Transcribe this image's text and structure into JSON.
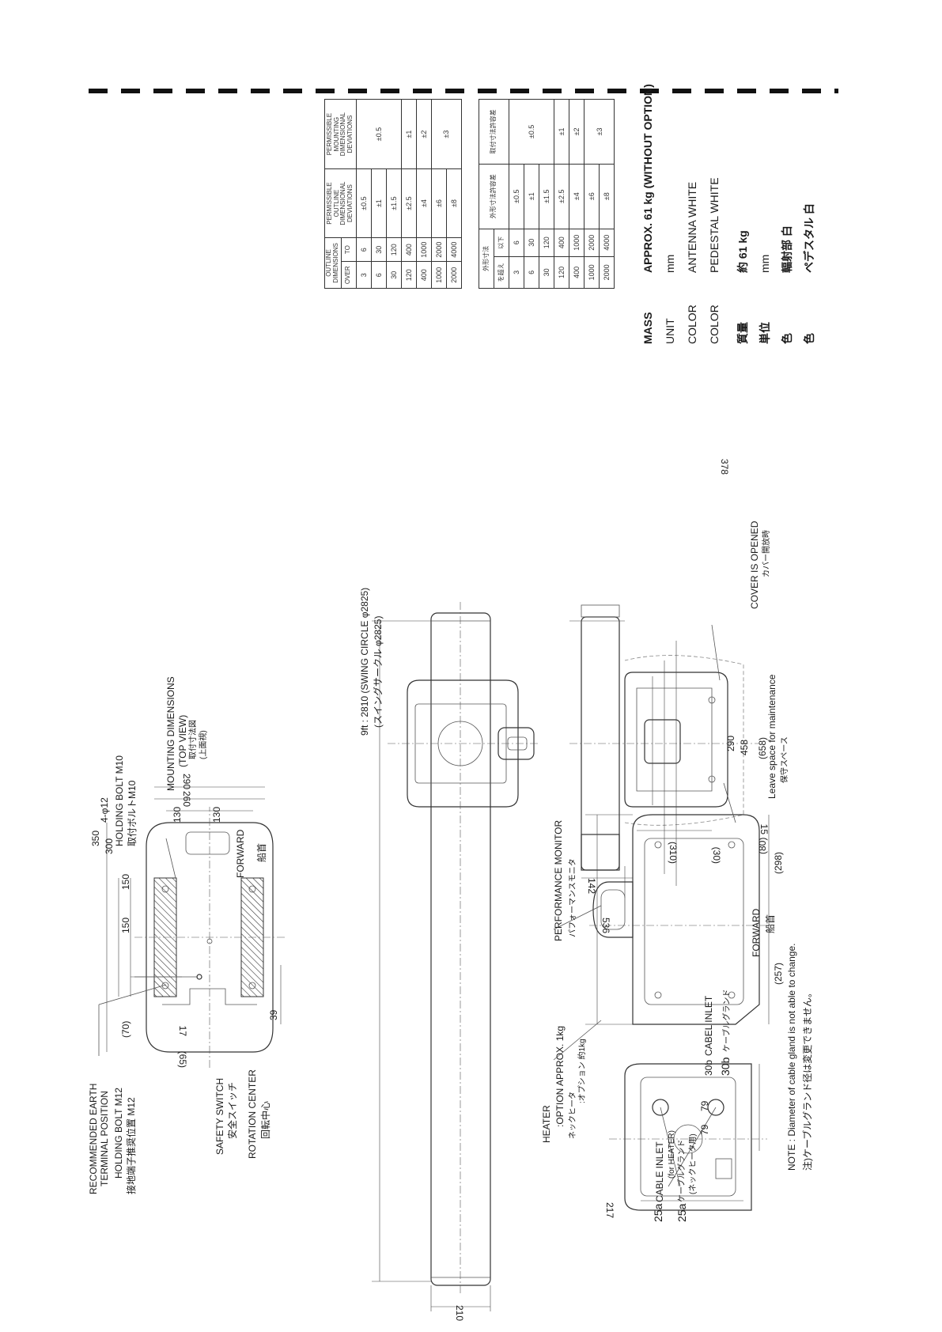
{
  "labels": {
    "earth_terminal_en": "RECOMMENDED EARTH",
    "earth_terminal_en2": "TERMINAL POSITION",
    "earth_bolt_en": "HOLDING BOLT M12",
    "earth_bolt_ja": "接地端子推奨位置 M12",
    "safety_switch_en": "SAFETY SWITCH",
    "safety_switch_ja": "安全スイッチ",
    "rotation_center_en": "ROTATION CENTER",
    "rotation_center_ja": "回転中心",
    "holes": "4-φ12",
    "holding_bolt_en": "HOLDING BOLT M10",
    "holding_bolt_ja": "取付ボルトM10",
    "mounting_en": "MOUNTING DIMENSIONS",
    "mounting_view_en": "(TOP VIEW)",
    "mounting_ja": "取付寸法図",
    "mounting_view_ja": "(上面視)",
    "forward_en": "FORWARD",
    "forward_ja": "船首",
    "swing_en": "9ft :  2810 (SWING CIRCLE φ2825)",
    "swing_ja": "(スイングサークル  φ2825)",
    "heater_en": "HEATER",
    "heater_option": ":OPTION APPROX. 1kg",
    "heater_ja": "ネックヒータ",
    "heater_option_ja": ":オプション 約1kg",
    "perf_monitor_en": "PERFORMANCE MONITOR",
    "perf_monitor_ja": "パフォーマンスモニタ",
    "cable25a_en": "CABLE INLET",
    "cable25a_sub": "(for HEATER)",
    "cable25a_ja": "ケーブルグランド",
    "cable25a_ja2": "(ネックヒータ用)",
    "cable30b_en": "CABEL INLET",
    "cable30b_ja": "ケーブルグランド",
    "tag25a": "25a",
    "tag30b": "30b",
    "tag30b2": "30b",
    "tag25a2": "25a",
    "cover_en": "COVER IS OPENED",
    "cover_ja": "カバー開放時",
    "leave_en": "Leave space for maintenance",
    "leave_ja": "保守スペース",
    "note_en": "NOTE : Diameter of cable gland is not able to change.",
    "note_ja": "注)ケーブルグランド径は変更できません。"
  },
  "dims": {
    "d350": "350",
    "d300": "300",
    "d150a": "150",
    "d150b": "150",
    "d70": "(70)",
    "d65": "(65)",
    "d17": "17",
    "d39": "39",
    "d290": "290",
    "d260": "260",
    "d130a": "130",
    "d130b": "130",
    "d210": "210",
    "d536": "536",
    "d257": "(257)",
    "d298": "(298)",
    "d15": "15",
    "d142": "142",
    "d310": "(310)",
    "d30": "(30)",
    "d80": "(80)",
    "d658": "(658)",
    "d458": "458",
    "d290b": "290",
    "d378": "378",
    "d217": "217",
    "d79a": "79",
    "d79b": "79"
  },
  "tables": {
    "en": {
      "h_outline": "OUTLINE DIMENSIONS",
      "h_over": "OVER",
      "h_to": "TO",
      "h_pod": "PERMISSIBLE OUTLINE DIMENSIONAL DEVIATIONS",
      "h_pmd": "PERMISSIBLE MOUNTING DIMENSIONAL DEVIATIONS"
    },
    "ja": {
      "h_outline": "外形寸法",
      "h_over": "を超え",
      "h_to": "以下",
      "h_pod": "外形寸法許容差",
      "h_pmd": "取付寸法許容差"
    },
    "rows": [
      {
        "over": "3",
        "to": "6",
        "pod": "±0.5"
      },
      {
        "over": "6",
        "to": "30",
        "pod": "±1"
      },
      {
        "over": "30",
        "to": "120",
        "pod": "±1.5"
      },
      {
        "over": "120",
        "to": "400",
        "pod": "±2.5"
      },
      {
        "over": "400",
        "to": "1000",
        "pod": "±4"
      },
      {
        "over": "1000",
        "to": "2000",
        "pod": "±6"
      },
      {
        "over": "2000",
        "to": "4000",
        "pod": "±8"
      }
    ],
    "pmd": [
      "±0.5",
      "±1",
      "±2",
      "±3"
    ]
  },
  "specs": {
    "mass_label": "MASS",
    "mass_value": "APPROX.  61 kg (WITHOUT OPTION)",
    "unit_label": "UNIT",
    "unit_value": "mm",
    "color_label1": "COLOR",
    "color_value1": "ANTENNA   WHITE",
    "color_label2": "COLOR",
    "color_value2": "PEDESTAL   WHITE",
    "mass_label_ja": "質量",
    "mass_value_ja": "約  61  kg",
    "unit_label_ja": "単位",
    "unit_value_ja": "mm",
    "color_label_ja1": "色",
    "color_value_ja1": "輻射部     白",
    "color_label_ja2": "色",
    "color_value_ja2": "ペデスタル   白"
  }
}
